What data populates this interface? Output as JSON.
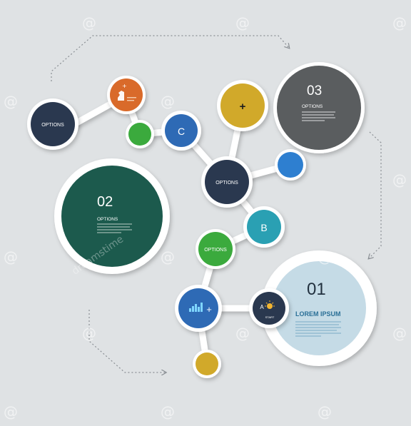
{
  "nodes": {
    "options_top_left": {
      "label": "OPTIONS",
      "color": "#2b3950"
    },
    "orange": {
      "icon": "chess-knight-icon",
      "color": "#d96b2b"
    },
    "green_small": {
      "color": "#3aaa3c"
    },
    "c_node": {
      "label": "C",
      "color": "#2f6bb5"
    },
    "yellow_plus": {
      "label": "+",
      "color": "#d1a92c"
    },
    "blue_small": {
      "color": "#2f7fd0"
    },
    "options_center": {
      "label": "OPTIONS",
      "color": "#2b3950"
    },
    "b_node": {
      "label": "B",
      "color": "#2aa0b3"
    },
    "options_green": {
      "label": "OPTIONS",
      "color": "#3aaa3c"
    },
    "chart_plus": {
      "icon": "bar-chart-icon",
      "label": "+",
      "color": "#2f6bb5"
    },
    "start_node": {
      "letter": "A",
      "icon": "lightbulb-icon",
      "label": "START",
      "color": "#2b3950"
    },
    "yellow_small": {
      "color": "#d1a92c"
    }
  },
  "panels": {
    "p03": {
      "number": "03",
      "label": "OPTIONS",
      "color": "#5a5d5f"
    },
    "p02": {
      "number": "02",
      "label": "OPTIONS",
      "color": "#1f5a4e"
    },
    "p01": {
      "number": "01",
      "label": "LOREM IPSUM",
      "color": "#c5dbe6",
      "text_color": "#2a6f96"
    }
  },
  "watermark": {
    "text": "dreamstime"
  }
}
